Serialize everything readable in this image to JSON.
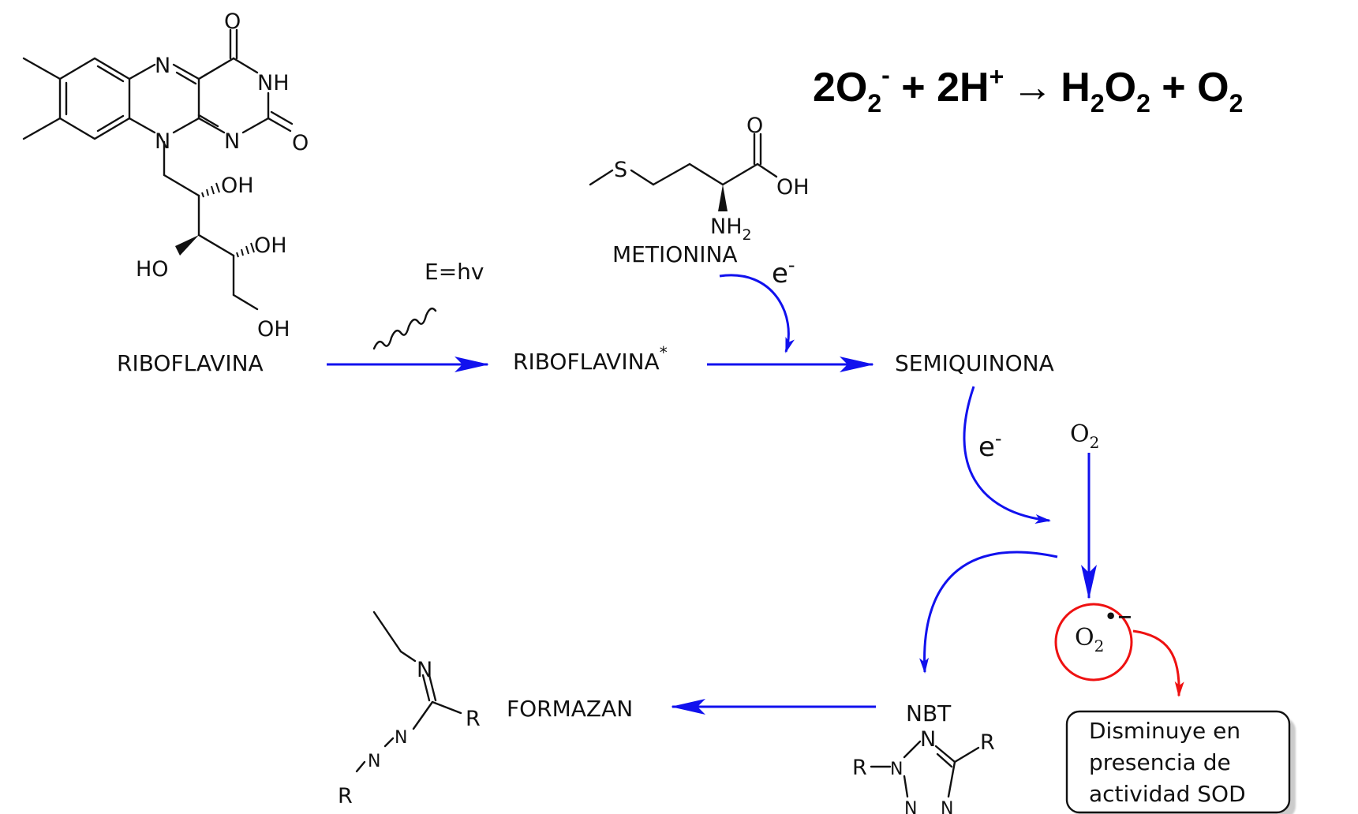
{
  "equation": {
    "left_coef_1": "2O",
    "left_sub_1": "2",
    "left_sup_1": "-",
    "plus_1": " + 2H",
    "h_sup": "+",
    "arrow": "→",
    "product_1": "H",
    "product_1_sub_a": "2",
    "product_1_mid": "O",
    "product_1_sub_b": "2",
    "plus_2": " + O",
    "product_2_sub": "2"
  },
  "compounds": {
    "riboflavina": "RIBOFLAVINA",
    "riboflavina_excited": "RIBOFLAVINA",
    "excited_mark": "*",
    "semiquinona": "SEMIQUINONA",
    "metionina": "METIONINA",
    "formazan": "FORMAZAN",
    "nbt": "NBT"
  },
  "energy_label": "E=hv",
  "electron_label": "e",
  "electron_charge": "-",
  "oxygen": {
    "symbol": "O",
    "sub": "2"
  },
  "superoxide": {
    "symbol": "O",
    "sub": "2",
    "radical": "•−"
  },
  "note_box": {
    "line1": "Disminuye en",
    "line2": "presencia de",
    "line3": "actividad SOD"
  },
  "atoms": {
    "N": "N",
    "NH": "NH",
    "O": "O",
    "OH": "OH",
    "HO": "HO",
    "S": "S",
    "NH2": "NH",
    "sub2": "2",
    "R": "R"
  },
  "colors": {
    "flow_arrow": "#1111ee",
    "sod_highlight": "#ee1111",
    "text": "#111111"
  }
}
